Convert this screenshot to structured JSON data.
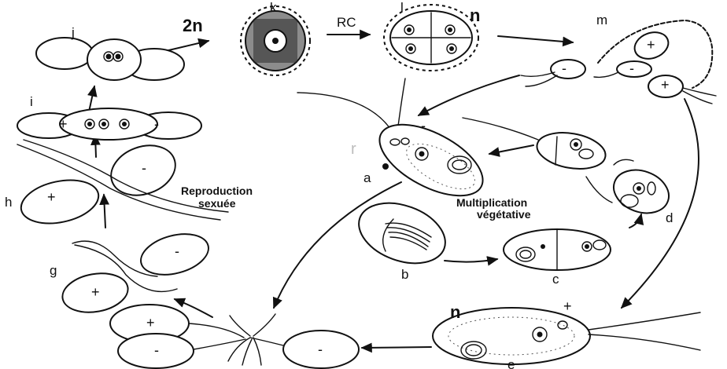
{
  "labels": {
    "a": "a",
    "b": "b",
    "c": "c",
    "d": "d",
    "e": "e",
    "g": "g",
    "h": "h",
    "i": "i",
    "j": "j",
    "k": "k",
    "l": "l",
    "m": "m"
  },
  "ploidy": {
    "diploid": "2n",
    "haploid_l": "n",
    "haploid_e": "n"
  },
  "arrow_text": {
    "rc": "RC"
  },
  "sections": {
    "sexual_line1": "Reproduction",
    "sexual_line2": "sexuée",
    "vegetative_line1": "Multiplication",
    "vegetative_line2": "végétative"
  },
  "signs": {
    "plus": "+",
    "minus": "-"
  },
  "stray": {
    "r": "r"
  }
}
